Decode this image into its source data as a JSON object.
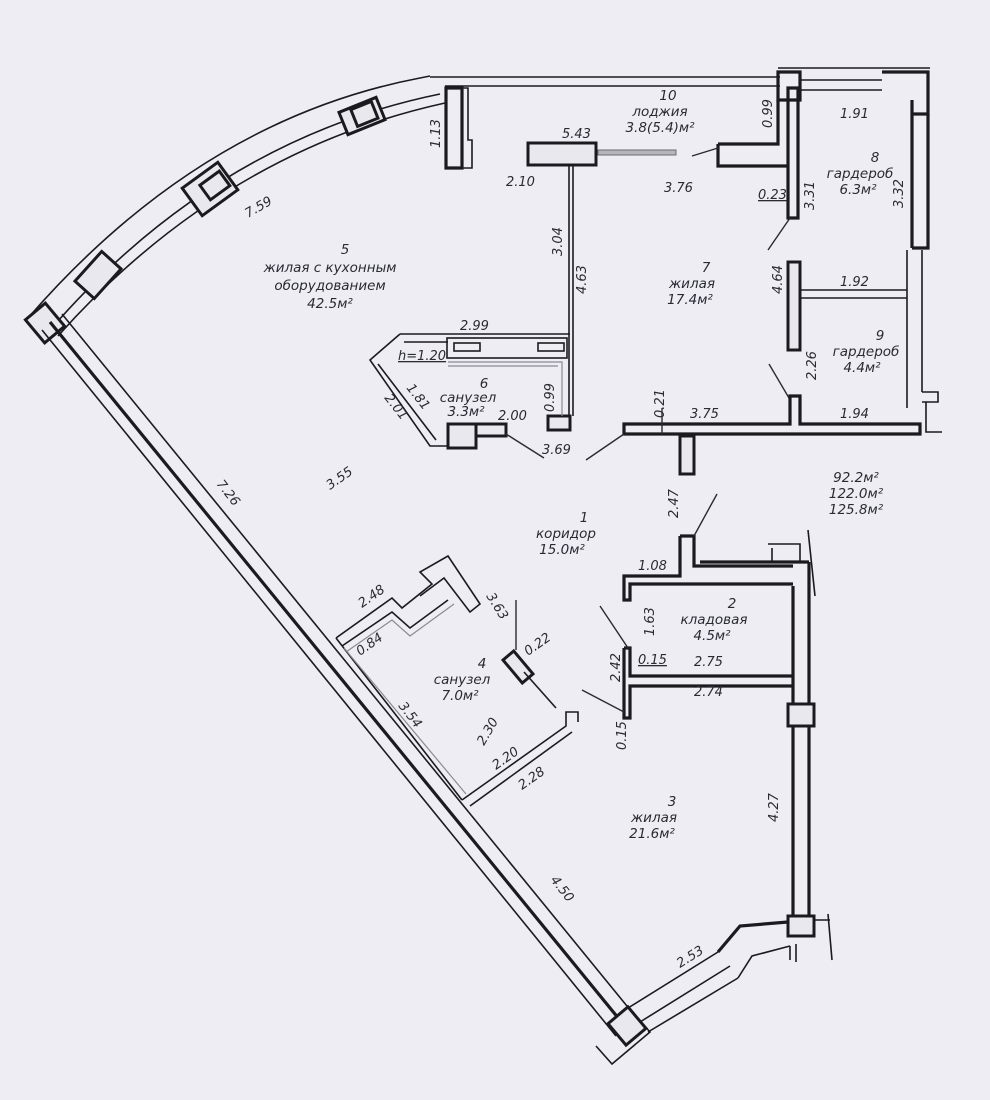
{
  "rooms": [
    {
      "id": "1",
      "number": "1",
      "name": "коридор",
      "area": "15.0м²"
    },
    {
      "id": "2",
      "number": "2",
      "name": "кладовая",
      "area": "4.5м²"
    },
    {
      "id": "3",
      "number": "3",
      "name": "жилая",
      "area": "21.6м²"
    },
    {
      "id": "4",
      "number": "4",
      "name": "санузел",
      "area": "7.0м²"
    },
    {
      "id": "5",
      "number": "5",
      "name_line1": "жилая с кухонным",
      "name_line2": "оборудованием",
      "area": "42.5м²"
    },
    {
      "id": "6",
      "number": "6",
      "name": "санузел",
      "area": "3.3м²"
    },
    {
      "id": "7",
      "number": "7",
      "name": "жилая",
      "area": "17.4м²"
    },
    {
      "id": "8",
      "number": "8",
      "name": "гардероб",
      "area": "6.3м²"
    },
    {
      "id": "9",
      "number": "9",
      "name": "гардероб",
      "area": "4.4м²"
    },
    {
      "id": "10",
      "number": "10",
      "name": "лоджия",
      "area": "3.8(5.4)м²"
    }
  ],
  "totals": {
    "living_area": "92.2м²",
    "total_area": "122.0м²",
    "total_with_loggia": "125.8м²"
  },
  "dimensions": {
    "d_113": "1.13",
    "d_759": "7.59",
    "d_543": "5.43",
    "d_210": "2.10",
    "d_376": "3.76",
    "d_099_top": "0.99",
    "d_191": "1.91",
    "d_023": "0.23",
    "d_331": "3.31",
    "d_332": "3.32",
    "d_304": "3.04",
    "d_463": "4.63",
    "d_464": "4.64",
    "d_192": "1.92",
    "d_226": "2.26",
    "d_299": "2.99",
    "h_120": "h=1.20",
    "d_181": "1.81",
    "d_201": "2.01",
    "d_200": "2.00",
    "d_099_wc": "0.99",
    "d_369": "3.69",
    "d_021": "0.21",
    "d_375": "3.75",
    "d_194": "1.94",
    "d_355": "3.55",
    "d_726": "7.26",
    "d_247": "2.47",
    "d_108": "1.08",
    "d_163": "1.63",
    "d_242": "2.42",
    "d_015_a": "0.15",
    "d_275": "2.75",
    "d_274": "2.74",
    "d_015_b": "0.15",
    "d_248": "2.48",
    "d_363": "3.63",
    "d_084": "0.84",
    "d_022": "0.22",
    "d_354": "3.54",
    "d_230": "2.30",
    "d_220": "2.20",
    "d_228": "2.28",
    "d_427": "4.27",
    "d_450": "4.50",
    "d_253": "2.53"
  },
  "colors": {
    "paper": "#eeedf4",
    "ink": "#1b1b1f"
  }
}
